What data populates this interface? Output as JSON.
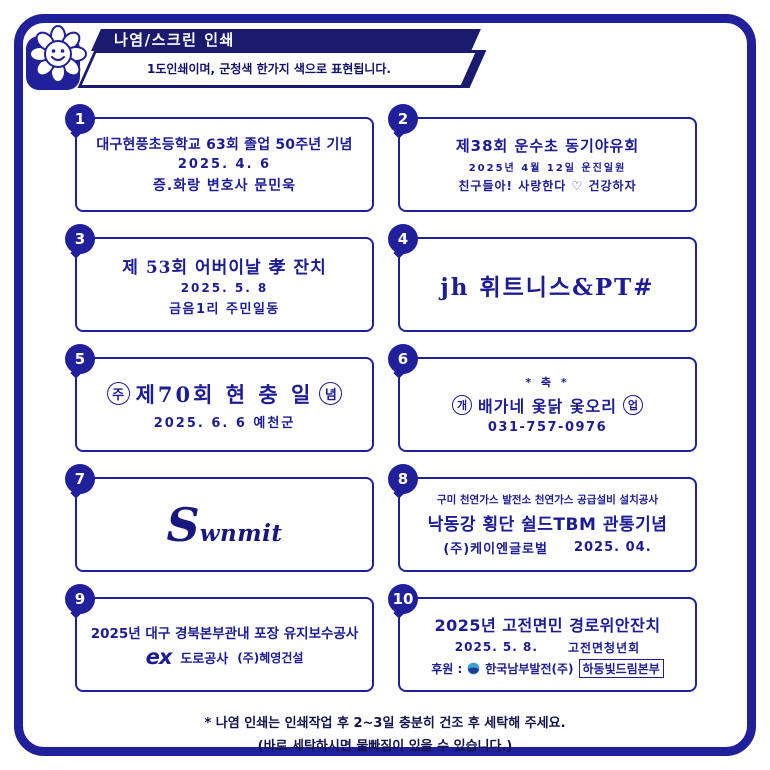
{
  "page": {
    "colors": {
      "accent": "#20209a",
      "header": "#1a1a6e"
    }
  },
  "header": {
    "title": "나염/스크린 인쇄",
    "subtitle": "1도인쇄이며, 군청색 한가지 색으로 표현됩니다."
  },
  "samples": {
    "s1": {
      "num": "1",
      "line1": "대구현풍초등학교 63회 졸업 50주년 기념",
      "line2": "2025. 4. 6",
      "line3": "증.화랑 변호사 문민욱"
    },
    "s2": {
      "num": "2",
      "line1": "제38회 운수초 동기야유회",
      "line2": "2025년 4월 12일 운진일원",
      "line3": "친구들아! 사랑한다 ♡ 건강하자"
    },
    "s3": {
      "num": "3",
      "line1": "제 53회 어버이날 孝 잔치",
      "line2": "2025. 5. 8",
      "line3": "금음1리 주민일동"
    },
    "s4": {
      "num": "4",
      "line1": "jh 휘트니스&PT#"
    },
    "s5": {
      "num": "5",
      "badge_left": "주",
      "line1": "제70회 현 충 일",
      "badge_right": "념",
      "line2": "2025. 6. 6  예천군"
    },
    "s6": {
      "num": "6",
      "top": "* 축 *",
      "badge_left": "개",
      "line1": "배가네 옻닭 옻오리",
      "badge_right": "업",
      "line2": "031-757-0976"
    },
    "s7": {
      "num": "7",
      "logo_initial": "S",
      "logo_rest": "wnmit"
    },
    "s8": {
      "num": "8",
      "line1": "구미 천연가스 발전소 천연가스 공급설비 설치공사",
      "line2": "낙동강 횡단 쉴드TBM 관통기념",
      "line3a": "(주)케이엔글로벌",
      "line3b": "2025. 04."
    },
    "s9": {
      "num": "9",
      "line1": "2025년 대구 경북본부관내 포장 유지보수공사",
      "logo": "ex",
      "line2a": "도로공사",
      "line2b": "(주)혜영건설"
    },
    "s10": {
      "num": "10",
      "line1": "2025년 고전면민 경로위안잔치",
      "line2a": "2025. 5. 8.",
      "line2b": "고전면청년회",
      "line3a": "후원 :",
      "line3b": "한국남부발전(주)",
      "line3c": "하동빛드림본부"
    }
  },
  "footer": {
    "line1": "* 나염 인쇄는 인쇄작업 후 2~3일 충분히 건조 후 세탁해 주세요.",
    "line2": "(바로 세탁하시면 물빠짐이 있을 수 있습니다.)"
  }
}
